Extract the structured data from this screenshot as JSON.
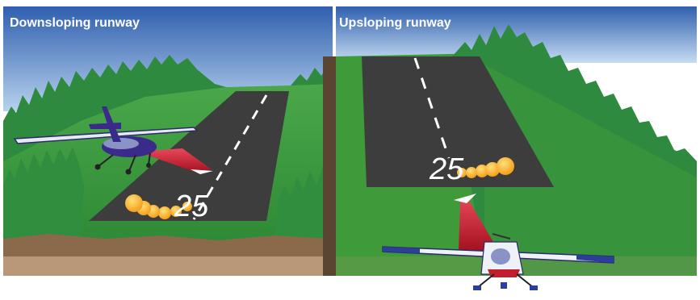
{
  "panels": [
    {
      "title": "Downsloping runway",
      "runway_number": "25"
    },
    {
      "title": "Upsloping runway",
      "runway_number": "25"
    }
  ],
  "colors": {
    "sky_top": "#4a7cc4",
    "sky_bottom": "#c9dcef",
    "grass": "#3f9a3a",
    "trees": "#2e8a3e",
    "runway": "#3d3d3d",
    "dirt": "#8a6a4a",
    "arrow": "#c21e2e",
    "plane_dark": "#3a2a8a",
    "plane_light": "#eef2f6",
    "sun": "#f7b21a"
  }
}
